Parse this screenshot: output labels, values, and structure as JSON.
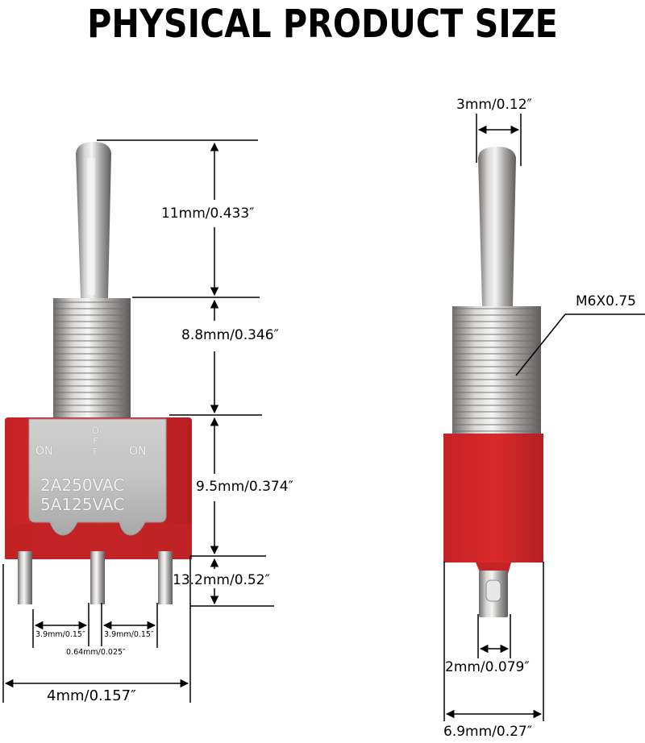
{
  "title": "PHYSICAL PRODUCT SIZE",
  "colors": {
    "red_body": "#d8282b",
    "red_dark": "#a81c1f",
    "metal_light": "#e4e4e4",
    "metal_mid": "#b9b7b5",
    "metal_dark": "#7d7b7a",
    "line": "#000000"
  },
  "front_view": {
    "plate_labels": {
      "on_left": "ON",
      "off": "OFF",
      "on_right": "ON",
      "rating_1": "2A250VAC",
      "rating_2": "5A125VAC"
    },
    "dimensions": {
      "lever_height": "11mm/0.433″",
      "bushing_height": "8.8mm/0.346″",
      "body_height": "9.5mm/0.374″",
      "terminal_height": "13.2mm/0.52″",
      "pin_spacing_left": "3.9mm/0.15″",
      "pin_spacing_right": "3.9mm/0.15″",
      "pin_thickness": "0.64mm/0.025″",
      "body_width": "4mm/0.157″"
    }
  },
  "side_view": {
    "dimensions": {
      "lever_width": "3mm/0.12″",
      "thread": "M6X0.75",
      "terminal_width": "2mm/0.079″",
      "body_depth": "6.9mm/0.27″"
    }
  }
}
